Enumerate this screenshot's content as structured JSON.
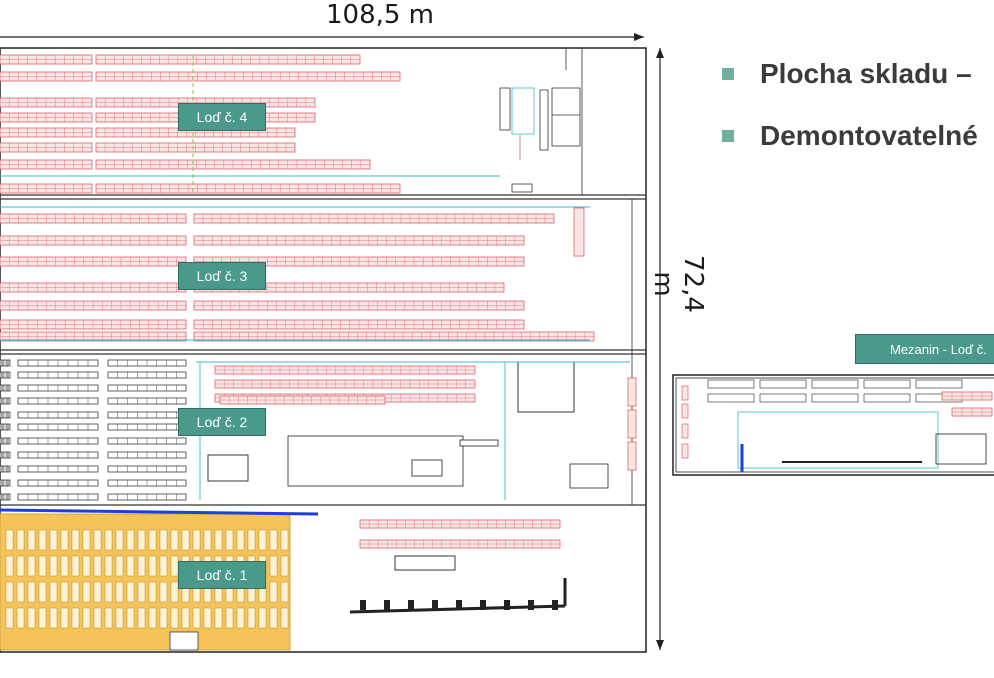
{
  "dimensions": {
    "width_label": "108,5 m",
    "height_label": "72,4 m"
  },
  "halls": [
    {
      "label": "Loď č. 4"
    },
    {
      "label": "Loď č. 3"
    },
    {
      "label": "Loď č. 2"
    },
    {
      "label": "Loď č. 1"
    }
  ],
  "legend": [
    {
      "text": "Plocha skladu –"
    },
    {
      "text": "Demontovatelné"
    }
  ],
  "mezzanine": {
    "label": "Mezanin - Loď č."
  },
  "colors": {
    "rack_red": "#d9626a",
    "rack_fill": "#fbe4e4",
    "highlight_orange": "#f4c45a",
    "label_teal": "#4a9a8c",
    "line_dark": "#222222",
    "line_cyan": "#39b9c9",
    "accent_blue": "#1f3fd6"
  }
}
